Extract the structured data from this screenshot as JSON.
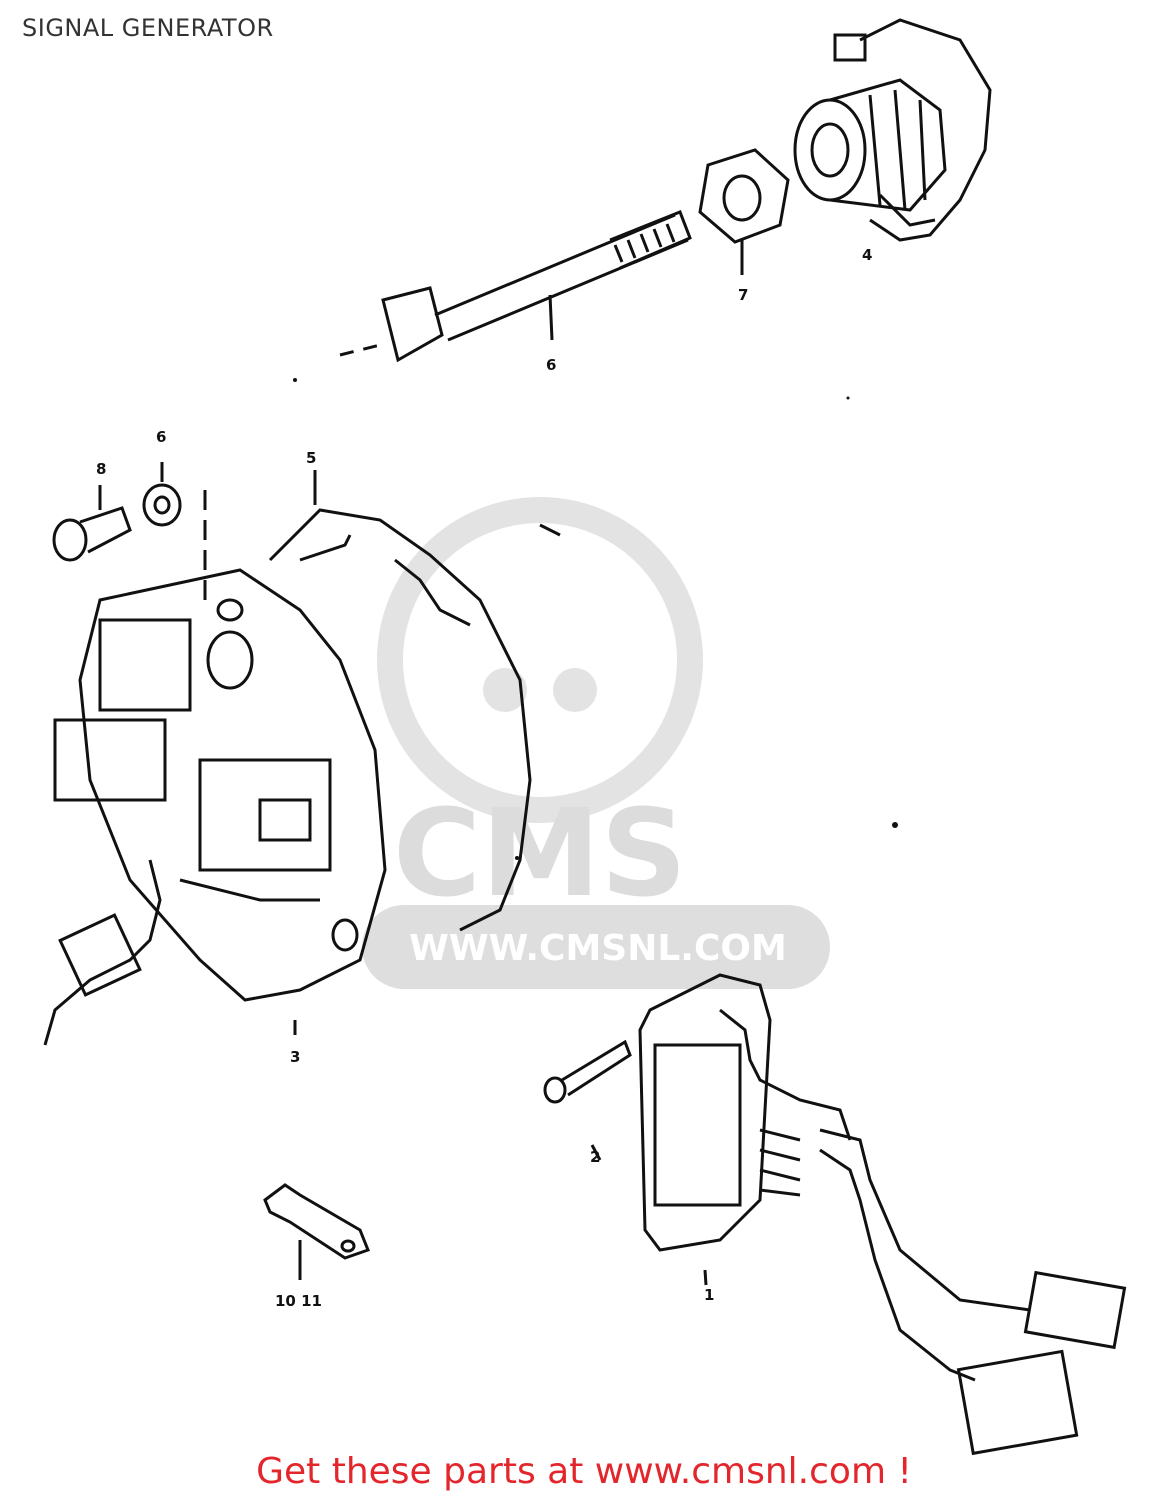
{
  "header": {
    "title": "SIGNAL GENERATOR"
  },
  "callouts": {
    "c1": "1",
    "c2": "2",
    "c3": "3",
    "c4": "4",
    "c5": "5",
    "c6": "6",
    "c6b": "6",
    "c7": "7",
    "c8": "8",
    "c10_11": "10 11"
  },
  "watermark": {
    "brand": "CMS",
    "url": "WWW.CMSNL.COM"
  },
  "footer": {
    "text": "Get these parts at www.cmsnl.com !"
  },
  "colors": {
    "footer": "#e3262c",
    "watermark": "#dcdcdc",
    "line": "#111111"
  }
}
